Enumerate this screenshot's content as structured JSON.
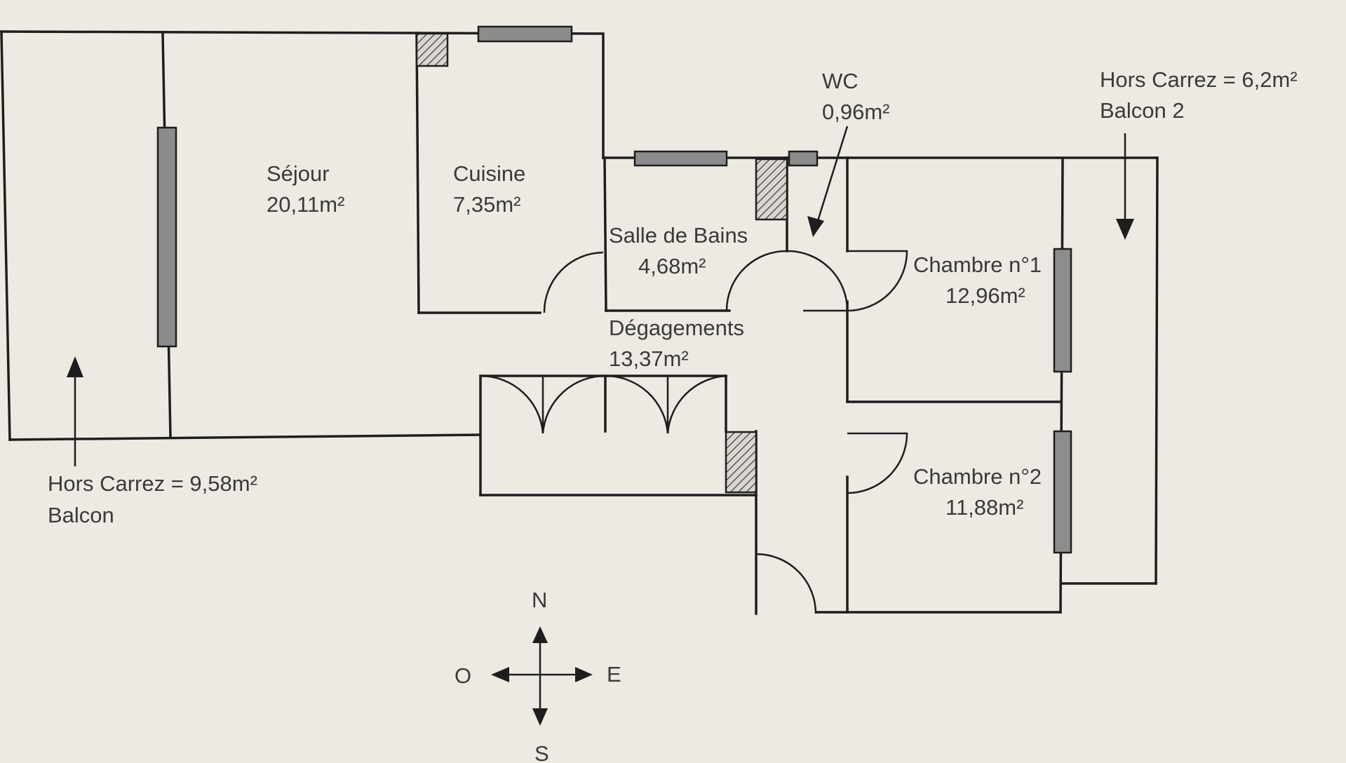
{
  "rooms": {
    "sejour": {
      "name": "Séjour",
      "area": "20,11m²"
    },
    "cuisine": {
      "name": "Cuisine",
      "area": "7,35m²"
    },
    "salle_de_bains": {
      "name": "Salle de Bains",
      "area": "4,68m²"
    },
    "wc": {
      "name": "WC",
      "area": "0,96m²"
    },
    "degagements": {
      "name": "Dégagements",
      "area": "13,37m²"
    },
    "chambre1": {
      "name": "Chambre n°1",
      "area": "12,96m²"
    },
    "chambre2": {
      "name": "Chambre n°2",
      "area": "11,88m²"
    }
  },
  "balcons": {
    "balcon1": {
      "hors_carrez": "Hors Carrez = 9,58m²",
      "name": "Balcon"
    },
    "balcon2": {
      "hors_carrez": "Hors Carrez = 6,2m²",
      "name": "Balcon 2"
    }
  },
  "compass": {
    "north": "N",
    "south": "S",
    "east": "E",
    "west": "O"
  },
  "colors": {
    "paper": "#eceae3",
    "ink": "#1e1e1e",
    "window_fill": "#8c8c8c"
  }
}
